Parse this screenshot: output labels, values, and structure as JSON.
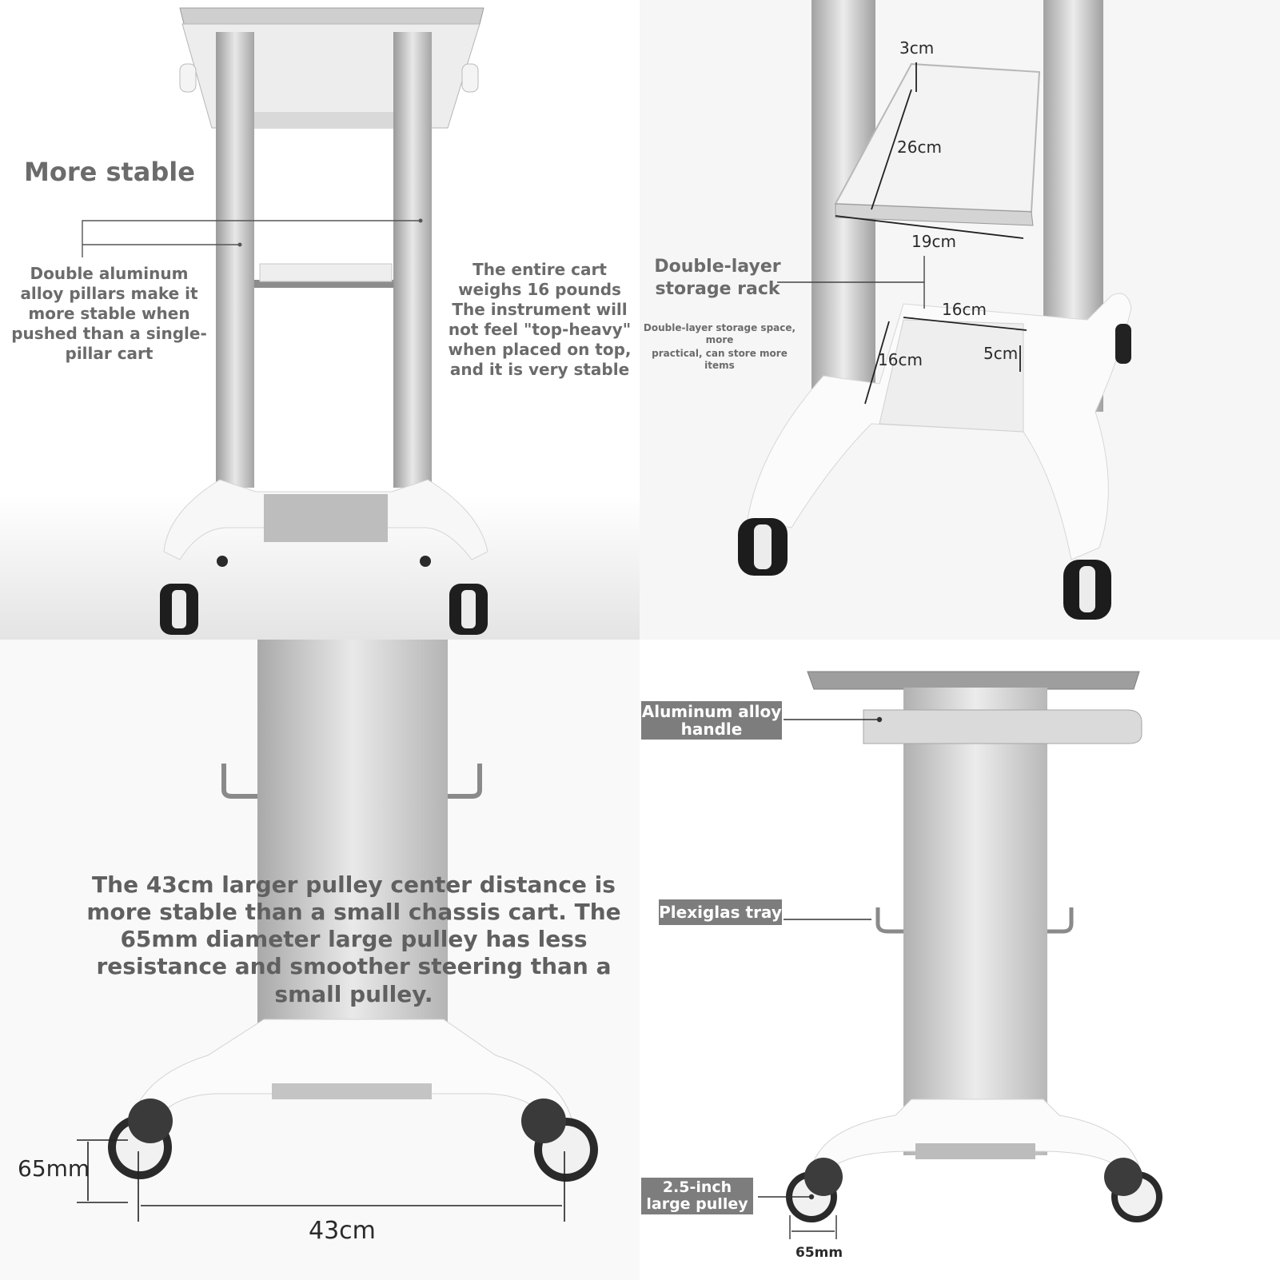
{
  "panel_top_left": {
    "heading": "More stable",
    "pillar_note": "Double aluminum alloy pillars make it more stable when pushed than a single-pillar cart",
    "weight_note": "The entire cart weighs 16 pounds The instrument will not feel \"top-heavy\" when placed on top, and it is very stable"
  },
  "panel_top_right": {
    "dims": {
      "d1": "3cm",
      "d2": "26cm",
      "d3": "19cm",
      "d4": "16cm",
      "d5": "16cm",
      "d6": "5cm"
    },
    "rack_title": "Double-layer storage rack",
    "rack_note_1": "Double-layer storage space, more",
    "rack_note_2": "practical, can store more items"
  },
  "panel_bottom_left": {
    "main_note": "The 43cm larger pulley center distance is more stable than a small chassis cart. The 65mm diameter large pulley has less resistance and smoother steering than a small pulley.",
    "wheel_diameter": "65mm",
    "wheel_distance": "43cm"
  },
  "panel_bottom_right": {
    "handle_tag": "Aluminum alloy handle",
    "tray_tag": "Plexiglas tray",
    "pulley_tag": "2.5-inch large pulley",
    "pulley_diameter": "65mm"
  },
  "colors": {
    "label_gray": "#6b6b6b",
    "tag_bg": "#7d7d7d",
    "aluminum": "#c9c9c9"
  }
}
